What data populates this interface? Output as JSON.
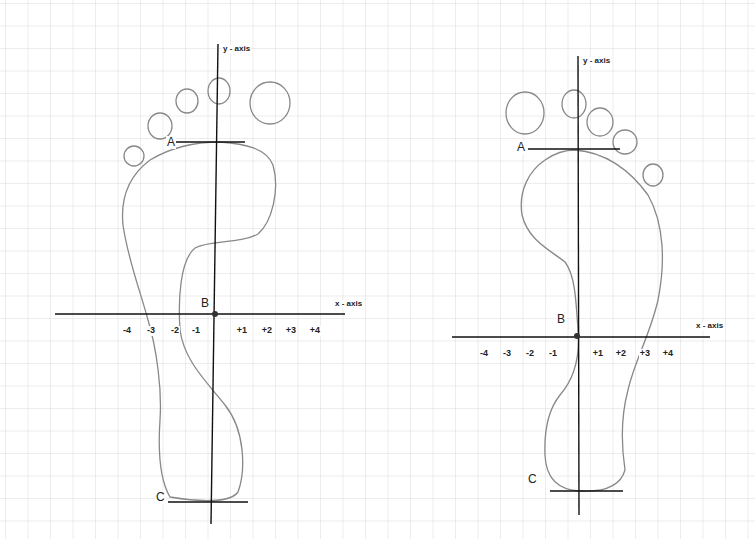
{
  "diagram": {
    "labels": [
      "y - axis",
      "A",
      "x - axis",
      "B",
      "-4",
      "-3",
      "-2",
      "-1",
      "+1",
      "+2",
      "+3",
      "+4",
      "C",
      "y - axis",
      "A",
      "x - axis",
      "B",
      "-4",
      "-3",
      "-2",
      "-1",
      "+1",
      "+2",
      "+3",
      "+4",
      "C"
    ]
  }
}
